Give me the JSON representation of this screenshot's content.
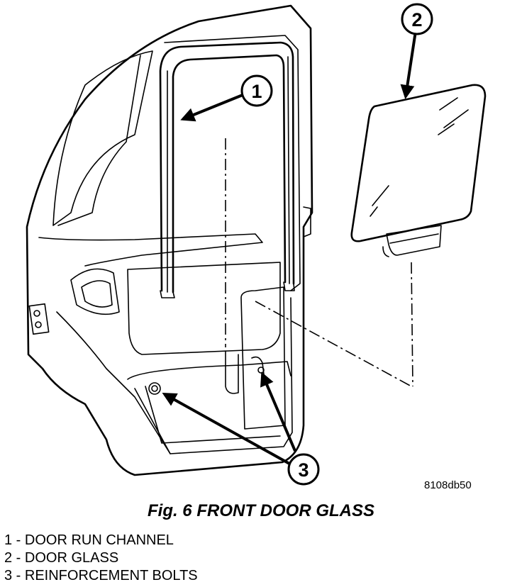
{
  "callouts": [
    {
      "number": "1"
    },
    {
      "number": "2"
    },
    {
      "number": "3"
    }
  ],
  "figure": {
    "reference_code": "8108db50",
    "caption": "Fig. 6 FRONT DOOR GLASS"
  },
  "legend": [
    {
      "text": "1 - DOOR RUN CHANNEL"
    },
    {
      "text": "2 - DOOR GLASS"
    },
    {
      "text": "3 - REINFORCEMENT BOLTS"
    }
  ]
}
